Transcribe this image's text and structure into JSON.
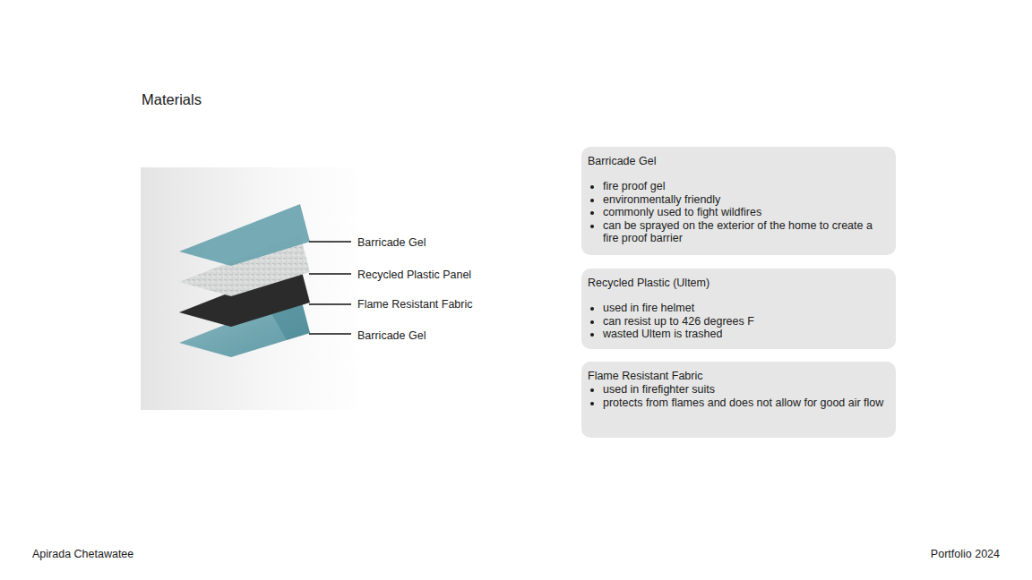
{
  "diagram": {
    "title": "Materials",
    "nodes": [
      {
        "text": [
          "Barricade Gel",
          "fire proof gel",
          "environmentally friendly",
          "commonly used to fight wildfires",
          "can be sprayed on the exterior of the home to create a fire proof barrier"
        ]
      },
      {
        "text": [
          "Recycled Plastic (Ultem)",
          "used in fire helmet",
          "can resist up to 426 degrees F",
          "wasted Ultem is trashed"
        ]
      },
      {
        "text": [
          "Flame Resistant Fabric",
          "used in firefighter suits",
          "protects from flames and does not allow for good air flow"
        ]
      }
    ],
    "labels": [
      "Barricade Gel",
      "Recycled Plastic Panel",
      "Flame Resistant Fabric",
      "Barricade Gel",
      "Apirada Chetawatee",
      "Portfolio 2024"
    ]
  }
}
